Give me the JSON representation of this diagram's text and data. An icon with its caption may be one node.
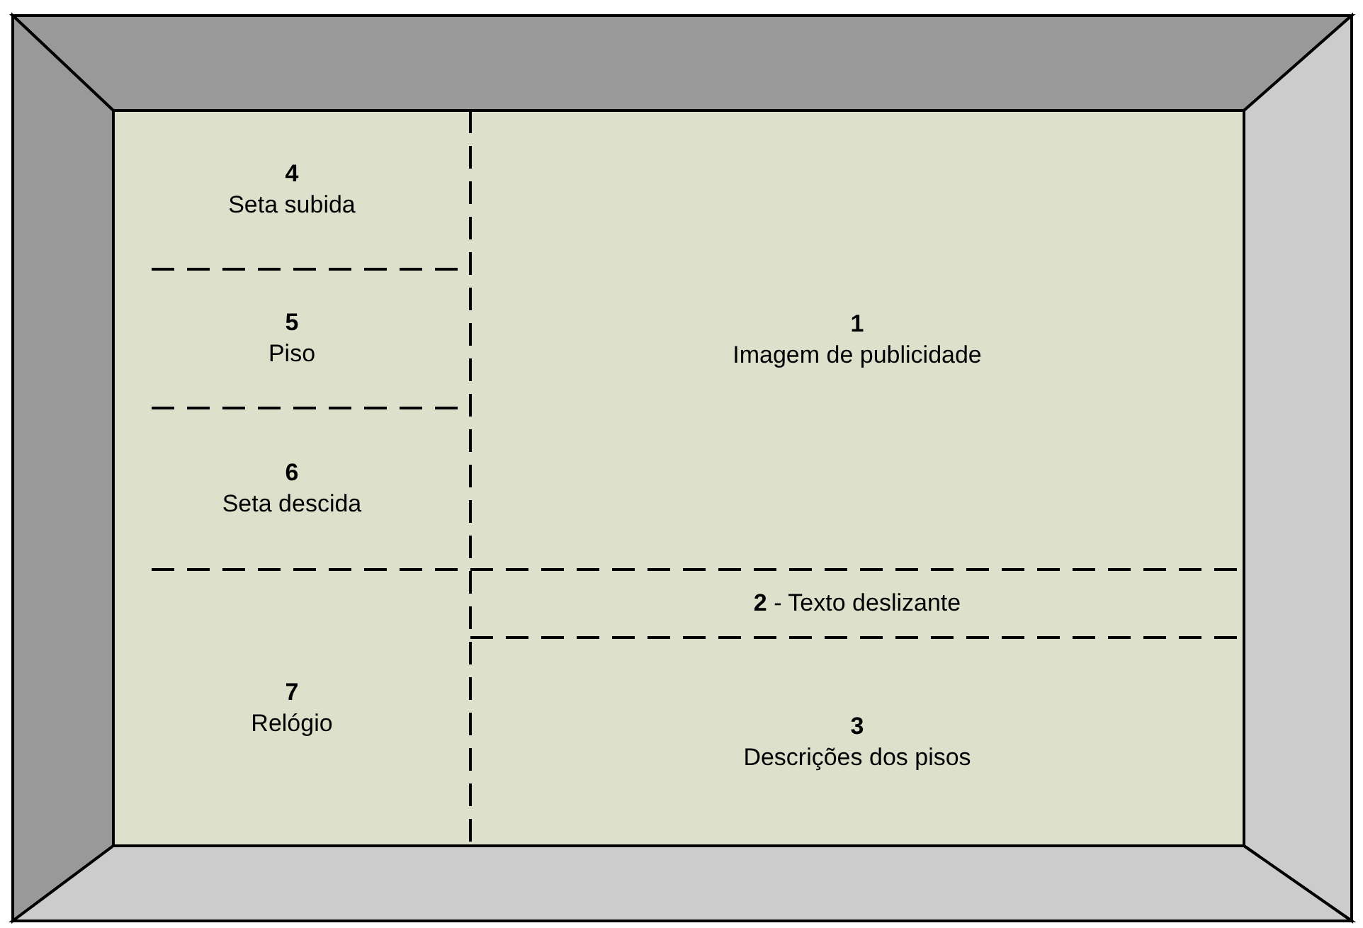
{
  "diagram": {
    "nodes": [
      {
        "text": [
          "4",
          "Seta subida"
        ]
      },
      {
        "text": [
          "1",
          "Imagem de publicidade"
        ]
      },
      {
        "text": [
          "5",
          "Piso"
        ]
      },
      {
        "text": [
          "6",
          "Seta descida"
        ]
      },
      {
        "text": [
          "**2** - Texto deslizante"
        ]
      },
      {
        "text": [
          "7",
          "Relógio"
        ]
      },
      {
        "text": [
          "3",
          "Descrições dos pisos"
        ]
      }
    ],
    "edges": []
  }
}
